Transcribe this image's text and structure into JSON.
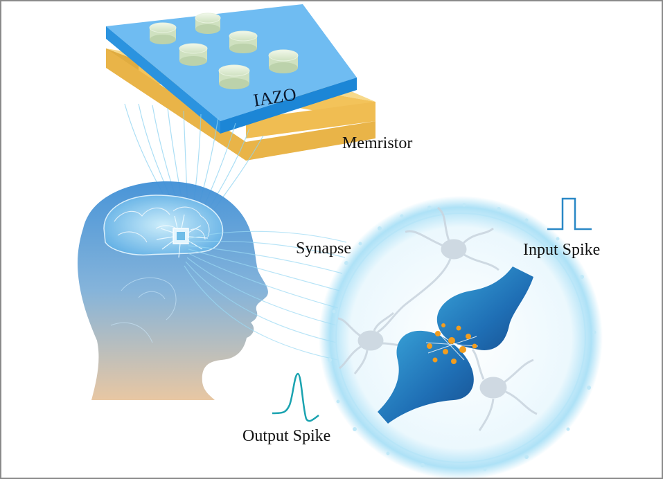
{
  "labels": {
    "layer": "IAZO",
    "device": "Memristor",
    "synapse": "Synapse",
    "input_spike": "Input Spike",
    "output_spike": "Output Spike"
  },
  "colors": {
    "substrate": "#f2c25a",
    "active_layer": "#2d97e6",
    "electrode": "#dcebcf",
    "spike_wave": "#2a88c6",
    "output_wave": "#1aa3b0",
    "glow": "#9fdcf5",
    "neurotransmitter": "#f29d1f"
  },
  "icons": {
    "head": "human-head-silhouette",
    "brain": "brain-with-chip",
    "synapse": "synapse-terminal",
    "neurons": "neuron-cells"
  }
}
